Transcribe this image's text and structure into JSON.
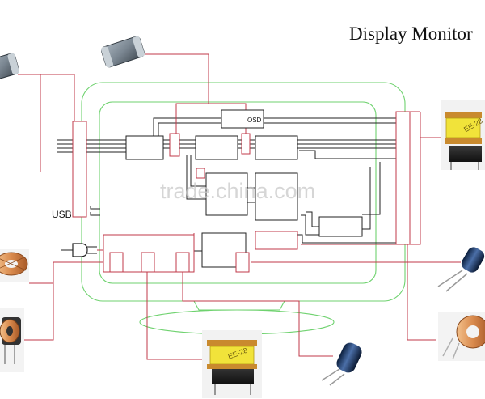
{
  "title": "Display Monitor",
  "labels": {
    "usb": "USB",
    "osd": "OSD"
  },
  "watermark": "trade.china.com",
  "colors": {
    "frame": "#6fd26f",
    "red_wire": "#c0394a",
    "black_wire": "#222222"
  },
  "components": {
    "chip_bead_top": "ferrite-chip-bead",
    "chip_bead_left": "ferrite-chip-bead",
    "transformer_right": "EE-28",
    "transformer_bottom": "EE-28",
    "toroid_left": "toroidal-inductor",
    "toroid_right": "toroidal-inductor",
    "common_mode_choke_left": "common-mode-choke",
    "radial_inductor_right": "radial-inductor",
    "radial_inductor_bottom": "radial-inductor"
  }
}
